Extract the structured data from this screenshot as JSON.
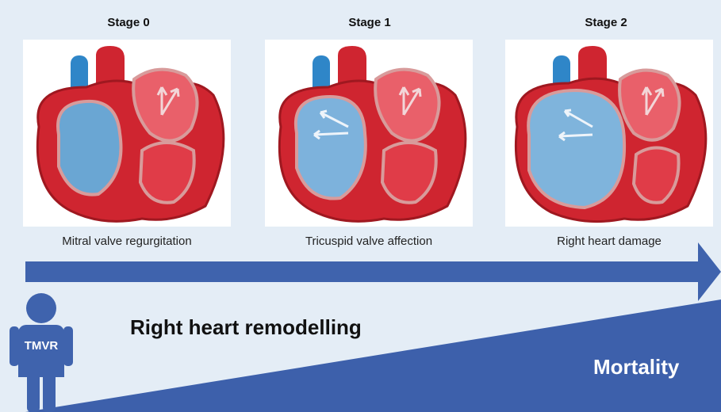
{
  "stages": [
    {
      "title": "Stage 0",
      "caption": "Mitral valve regurgitation"
    },
    {
      "title": "Stage 1",
      "caption": "Tricuspid valve affection"
    },
    {
      "title": "Stage 2",
      "caption": "Right heart damage"
    }
  ],
  "remodelling_label": "Right heart remodelling",
  "mortality_label": "Mortality",
  "patient_label": "TMVR",
  "colors": {
    "background": "#e4edf6",
    "arrow": "#3f63ad",
    "ramp": "#3d60ab",
    "heart_red": "#cf2530",
    "heart_blue": "#6aa6d3",
    "vessel_blue": "#2f86c8"
  }
}
